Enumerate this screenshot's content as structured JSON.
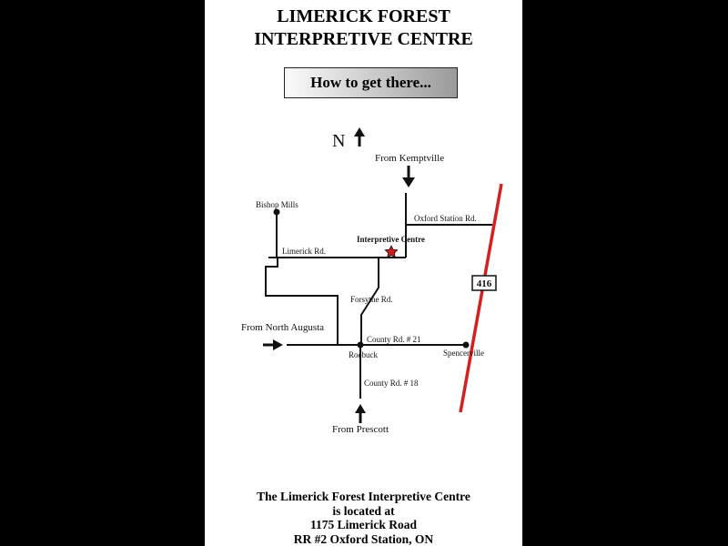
{
  "title": {
    "line1": "LIMERICK FOREST",
    "line2": "INTERPRETIVE CENTRE"
  },
  "how_to_button": "How to get there...",
  "map": {
    "north_label": "N",
    "from_kemptville": "From Kemptville",
    "bishop_mills": "Bishop  Mills",
    "oxford_station_rd": "Oxford Station Rd.",
    "interpretive_centre": "Interpretive Centre",
    "limerick_rd": "Limerick Rd.",
    "highway_shield": "416",
    "forsythe_rd": "Forsythe Rd.",
    "from_north_augusta": "From North Augusta",
    "county_rd_21": "County Rd. # 21",
    "roebuck": "Roebuck",
    "spencerville": "Spencerville",
    "county_rd_18": "County Rd. # 18",
    "from_prescott": "From Prescott",
    "highway_color": "#d42020",
    "marker_color": "#c81e1e"
  },
  "address": {
    "line1": "The Limerick Forest Interpretive Centre",
    "line2": "is located at",
    "line3": "1175 Limerick Road",
    "line4": "RR #2 Oxford Station, ON"
  }
}
